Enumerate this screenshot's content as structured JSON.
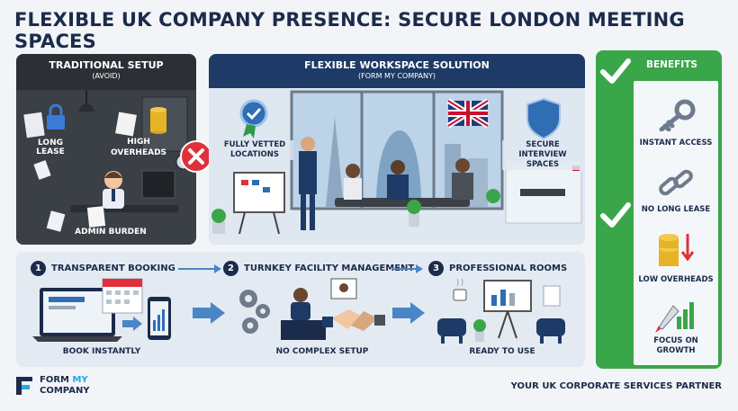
{
  "title": "FLEXIBLE UK COMPANY PRESENCE: SECURE LONDON MEETING SPACES",
  "traditional": {
    "title": "TRADITIONAL SETUP",
    "subtitle": "(AVOID)",
    "labels": {
      "lease": "LONG LEASE",
      "overheads": "HIGH\nOVERHEADS",
      "admin": "ADMIN BURDEN"
    }
  },
  "flexible": {
    "title": "FLEXIBLE WORKSPACE SOLUTION",
    "subtitle": "(FORM MY COMPANY)",
    "labels": {
      "vetted": "FULLY VETTED\nLOCATIONS",
      "interview": "SECURE INTERVIEW\nSPACES"
    }
  },
  "process": {
    "steps": [
      {
        "num": "1",
        "label": "TRANSPARENT BOOKING",
        "caption": "BOOK INSTANTLY"
      },
      {
        "num": "2",
        "label": "TURNKEY FACILITY MANAGEMENT",
        "caption": "NO COMPLEX SETUP"
      },
      {
        "num": "3",
        "label": "PROFESSIONAL ROOMS",
        "caption": "READY TO USE"
      }
    ]
  },
  "benefits": {
    "title": "BENEFITS",
    "items": [
      {
        "label": "INSTANT ACCESS",
        "icon": "key-icon"
      },
      {
        "label": "NO LONG LEASE",
        "icon": "broken-chain-icon"
      },
      {
        "label": "LOW OVERHEADS",
        "icon": "coins-down-icon"
      },
      {
        "label": "FOCUS ON\nGROWTH",
        "icon": "rocket-icon"
      }
    ]
  },
  "footer": {
    "logo_line1_a": "FORM ",
    "logo_line1_b": "MY",
    "logo_line2": "COMPANY",
    "tagline": "YOUR UK CORPORATE SERVICES PARTNER"
  },
  "colors": {
    "navy": "#1b2b4b",
    "green": "#3aa64a",
    "red": "#e0303a",
    "dark": "#3b3f46",
    "accent": "#29a8e0"
  }
}
